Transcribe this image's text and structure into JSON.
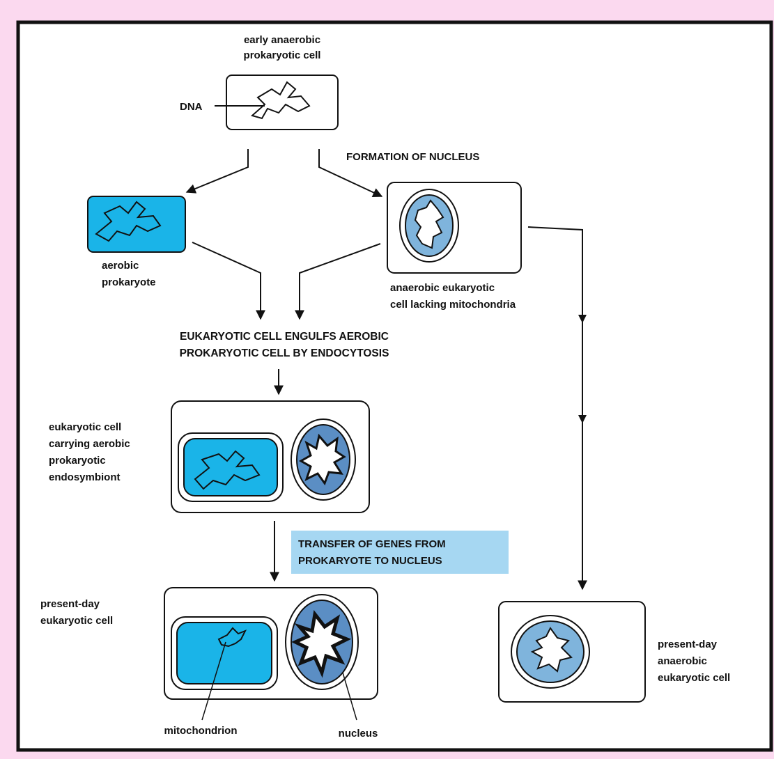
{
  "colors": {
    "page_bg": "#fbd9ef",
    "panel_bg": "#ffffff",
    "border": "#111111",
    "prokaryote_fill": "#1ab4e8",
    "nucleus_fill": "#7fb4dc",
    "nucleus_fill_dark": "#5b8ec4",
    "highlight": "#a6d7f2"
  },
  "labels": {
    "early_cell": [
      "early anaerobic",
      "prokaryotic cell"
    ],
    "dna": "DNA",
    "formation_of_nucleus": "FORMATION OF NUCLEUS",
    "aerobic_prokaryote": [
      "aerobic",
      "prokaryote"
    ],
    "anaerobic_eukaryotic": [
      "anaerobic eukaryotic",
      "cell lacking mitochondria"
    ],
    "engulfs": [
      "EUKARYOTIC CELL ENGULFS AEROBIC",
      "PROKARYOTIC CELL BY ENDOCYTOSIS"
    ],
    "endosymbiont_cell": [
      "eukaryotic cell",
      "carrying aerobic",
      "prokaryotic",
      "endosymbiont"
    ],
    "transfer_genes": [
      "TRANSFER OF GENES FROM",
      "PROKARYOTE TO NUCLEUS"
    ],
    "present_day_eukaryotic": [
      "present-day",
      "eukaryotic cell"
    ],
    "present_day_anaerobic": [
      "present-day",
      "anaerobic",
      "eukaryotic cell"
    ],
    "mitochondrion": "mitochondrion",
    "nucleus": "nucleus"
  }
}
